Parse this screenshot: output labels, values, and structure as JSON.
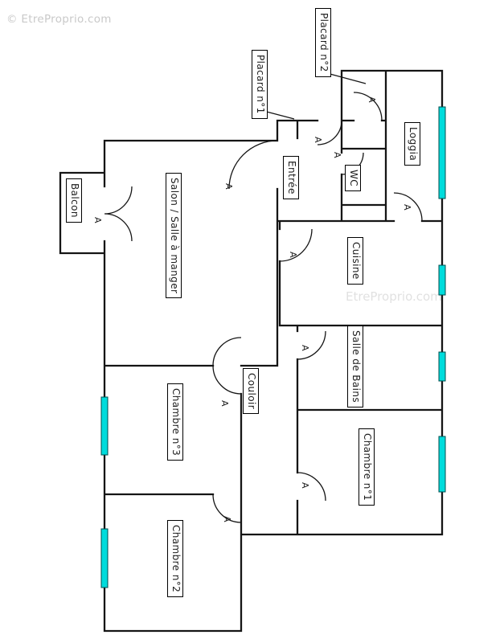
{
  "watermarks": {
    "top_left": "© EtreProprio.com",
    "center": "EtreProprio.com"
  },
  "door_marker": "A",
  "colors": {
    "wall": "#151515",
    "window": "#00dcdc",
    "window_border": "#004d4d",
    "label_border": "#000000",
    "watermark": "#c9c9c9"
  },
  "rooms": [
    {
      "id": "placard-2",
      "label": "Placard n°2"
    },
    {
      "id": "placard-1",
      "label": "Placard n°1"
    },
    {
      "id": "loggia",
      "label": "Loggia"
    },
    {
      "id": "entree",
      "label": "Entrée"
    },
    {
      "id": "wc",
      "label": "WC"
    },
    {
      "id": "balcon",
      "label": "Balcon"
    },
    {
      "id": "salon",
      "label": "Salon / Salle à manger"
    },
    {
      "id": "cuisine",
      "label": "Cuisine"
    },
    {
      "id": "salle-de-bains",
      "label": "Salle de Bains"
    },
    {
      "id": "couloir",
      "label": "Couloir"
    },
    {
      "id": "chambre-1",
      "label": "Chambre n°1"
    },
    {
      "id": "chambre-3",
      "label": "Chambre n°3"
    },
    {
      "id": "chambre-2",
      "label": "Chambre n°2"
    }
  ]
}
